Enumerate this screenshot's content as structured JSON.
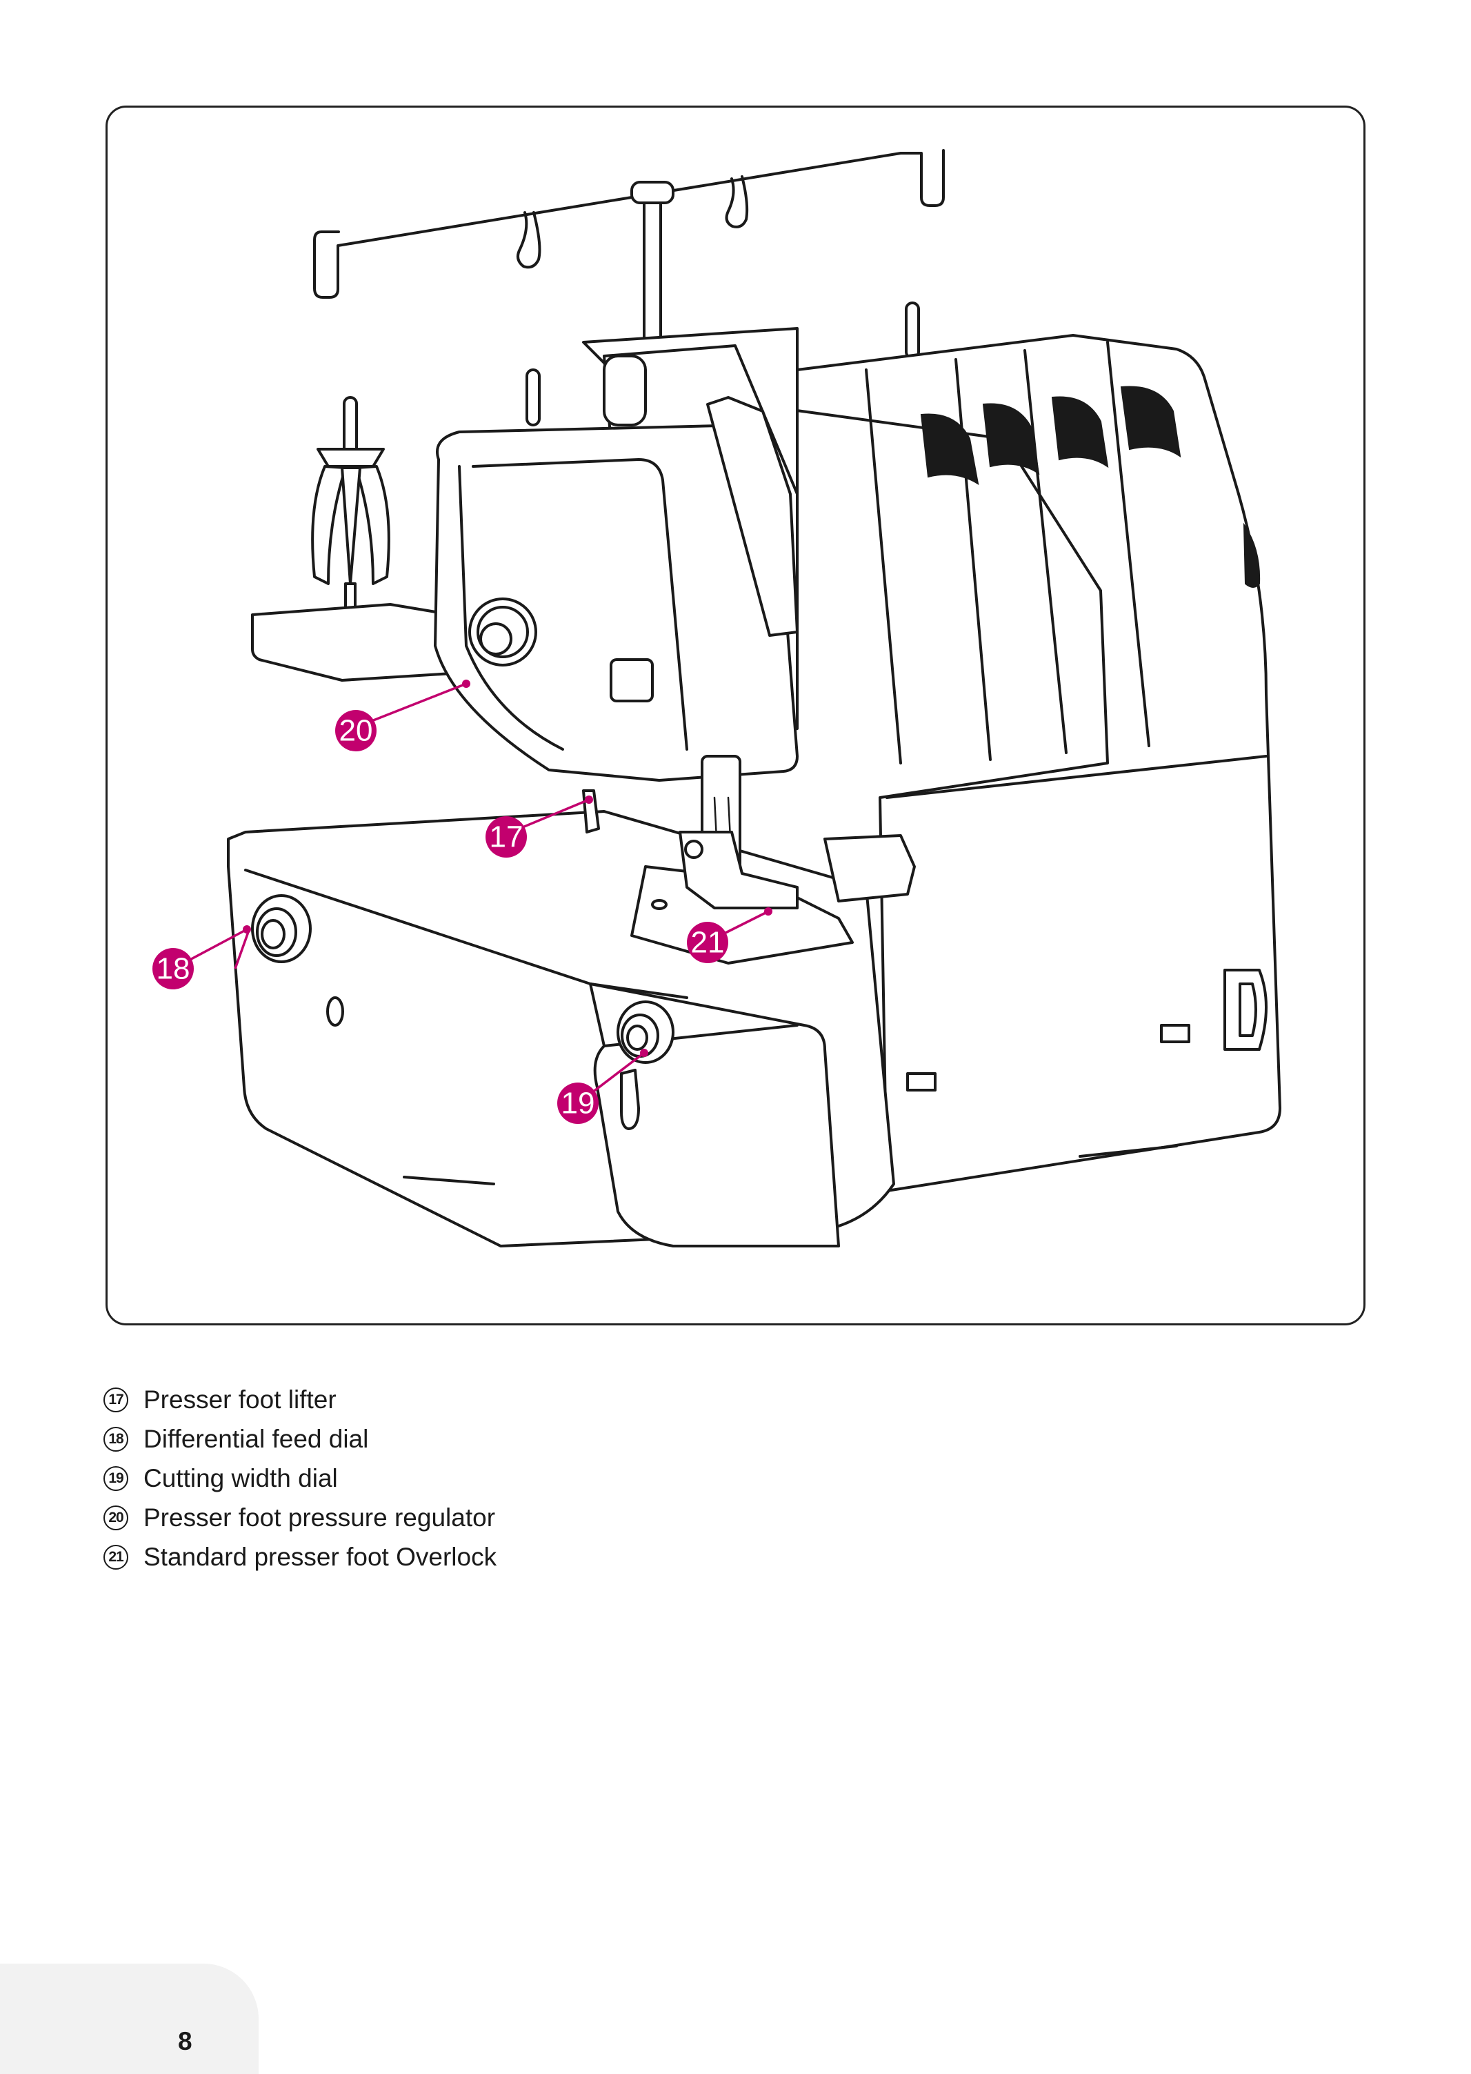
{
  "figure": {
    "callouts": [
      {
        "num": "17"
      },
      {
        "num": "18"
      },
      {
        "num": "19"
      },
      {
        "num": "20"
      },
      {
        "num": "21"
      }
    ]
  },
  "legend": [
    {
      "num": "17",
      "label": "Presser foot lifter"
    },
    {
      "num": "18",
      "label": "Differential feed dial"
    },
    {
      "num": "19",
      "label": "Cutting width dial"
    },
    {
      "num": "20",
      "label": "Presser foot pressure regulator"
    },
    {
      "num": "21",
      "label": "Standard presser foot Overlock"
    }
  ],
  "footer": {
    "page_number": "8"
  },
  "colors": {
    "callout": "#c2006e",
    "line": "#1a1a1a",
    "page_tab": "#f2f2f2"
  }
}
